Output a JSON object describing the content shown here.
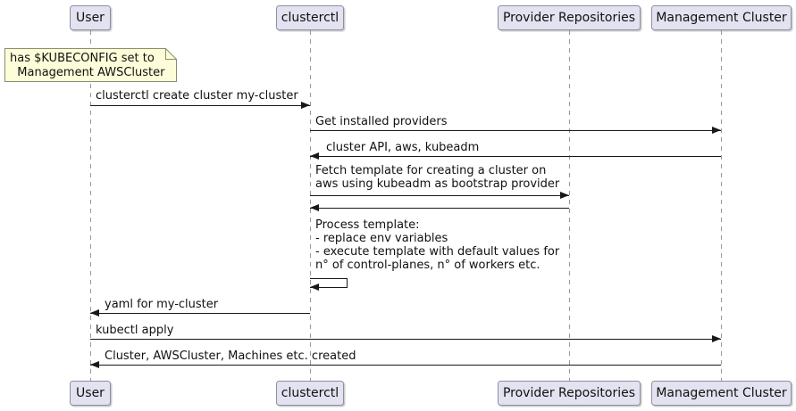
{
  "colors": {
    "background": "#FFFFFF",
    "participant_fill": "#E2E2F0",
    "participant_border": "#8E8EA0",
    "note_fill": "#FDFDD9",
    "note_border": "#8C8C6E",
    "message_line": "#181818",
    "lifeline": "#999999",
    "text": "#111111"
  },
  "diagram": {
    "type": "uml-sequence",
    "participants": [
      {
        "name": "User"
      },
      {
        "name": "clusterctl"
      },
      {
        "name": "Provider Repositories"
      },
      {
        "name": "Management Cluster"
      }
    ],
    "note": {
      "attached_to": "User",
      "text": "has $KUBECONFIG set to\n  Management AWSCluster"
    },
    "messages": [
      {
        "from": "User",
        "to": "clusterctl",
        "label": "clusterctl create cluster my-cluster"
      },
      {
        "from": "clusterctl",
        "to": "Management Cluster",
        "label": "Get installed providers"
      },
      {
        "from": "Management Cluster",
        "to": "clusterctl",
        "label": "cluster API, aws, kubeadm"
      },
      {
        "from": "clusterctl",
        "to": "Provider Repositories",
        "label": "Fetch template for creating a cluster on\naws using kubeadm as bootstrap provider"
      },
      {
        "from": "Provider Repositories",
        "to": "clusterctl",
        "label": ""
      },
      {
        "from": "clusterctl",
        "to": "clusterctl",
        "label": "Process template:\n- replace env variables\n- execute template with default values for\nn° of control-planes, n° of workers etc."
      },
      {
        "from": "clusterctl",
        "to": "User",
        "label": "yaml for my-cluster"
      },
      {
        "from": "User",
        "to": "Management Cluster",
        "label": "kubectl apply"
      },
      {
        "from": "Management Cluster",
        "to": "User",
        "label": "Cluster, AWSCluster, Machines etc. created"
      }
    ]
  }
}
